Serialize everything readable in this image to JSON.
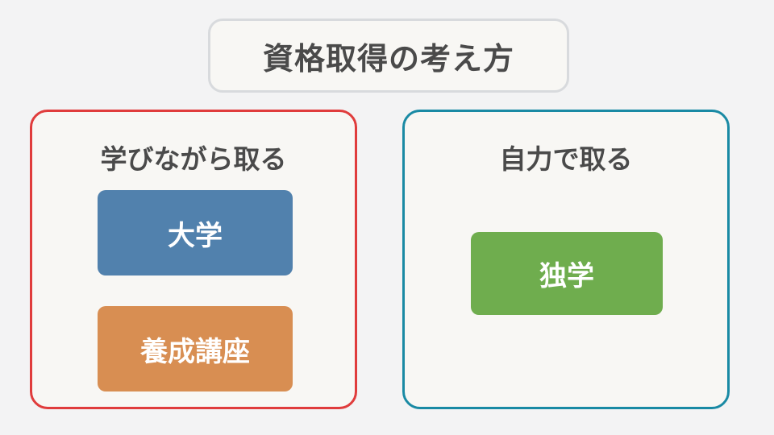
{
  "title": "資格取得の考え方",
  "left_panel": {
    "heading": "学びながら取る",
    "items": [
      "大学",
      "養成講座"
    ]
  },
  "right_panel": {
    "heading": "自力で取る",
    "items": [
      "独学"
    ]
  },
  "colors": {
    "left_border": "#e03c3c",
    "right_border": "#1a8aa4",
    "university": "#5181ad",
    "course": "#d88e52",
    "self_study": "#6fad4e"
  }
}
